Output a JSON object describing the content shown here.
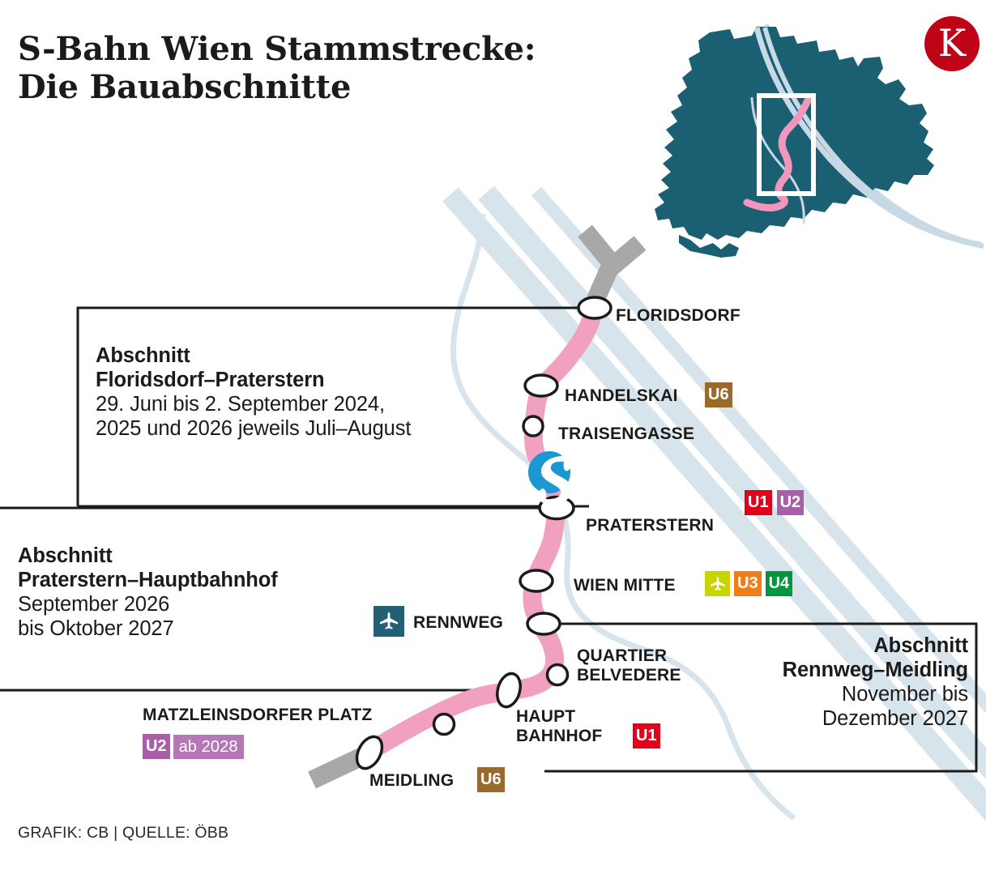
{
  "header": {
    "title_line1": "S-Bahn Wien Stammstrecke:",
    "title_line2": "Die Bauabschnitte",
    "logo_letter": "K",
    "logo_color": "#c00418"
  },
  "footer": {
    "credit": "GRAFIK: CB | QUELLE: ÖBB"
  },
  "colors": {
    "route_pink": "#f2a0c0",
    "route_grey": "#a8a8a8",
    "water_blue": "#d7e4ec",
    "map_teal": "#1b5f73",
    "u1_red": "#e2001a",
    "u2_purple": "#a85fa8",
    "u2_light": "#b577b5",
    "u3_orange": "#f07d18",
    "u4_green": "#009640",
    "u6_brown": "#9a6a2b",
    "cat_green": "#c8d400",
    "sbahn_blue": "#1b97d2",
    "airport_teal": "#236075",
    "ink": "#1b1b1b"
  },
  "sections": [
    {
      "id": "floridsdorf-praterstern",
      "kicker": "Abschnitt",
      "name": "Floridsdorf–Praterstern",
      "dates_line1": "29. Juni bis 2. September 2024,",
      "dates_line2": "2025 und 2026 jeweils Juli–August"
    },
    {
      "id": "praterstern-hauptbahnhof",
      "kicker": "Abschnitt",
      "name": "Praterstern–Hauptbahnhof",
      "dates_line1": "September 2026",
      "dates_line2": "bis Oktober 2027"
    },
    {
      "id": "rennweg-meidling",
      "kicker": "Abschnitt",
      "name": "Rennweg–Meidling",
      "dates_line1": "November bis",
      "dates_line2": "Dezember 2027"
    }
  ],
  "stations": [
    {
      "id": "floridsdorf",
      "name": "FLORIDSDORF",
      "badges": []
    },
    {
      "id": "handelskai",
      "name": "HANDELSKAI",
      "badges": [
        "U6"
      ]
    },
    {
      "id": "traisengasse",
      "name": "TRAISENGASSE",
      "badges": []
    },
    {
      "id": "praterstern",
      "name": "PRATERSTERN",
      "badges": [
        "U1",
        "U2"
      ]
    },
    {
      "id": "wienmitte",
      "name": "WIEN MITTE",
      "badges": [
        "airport",
        "U3",
        "U4"
      ]
    },
    {
      "id": "rennweg",
      "name": "RENNWEG",
      "badges": [
        "airport"
      ]
    },
    {
      "id": "quartier",
      "name_line1": "QUARTIER",
      "name_line2": "BELVEDERE",
      "badges": []
    },
    {
      "id": "hauptbahnhof",
      "name_line1": "HAUPT",
      "name_line2": "BAHNHOF",
      "badges": [
        "U1"
      ]
    },
    {
      "id": "matzleinsdorf",
      "name": "MATZLEINSDORFER PLATZ",
      "badges": [
        "U2",
        "ab 2028"
      ]
    },
    {
      "id": "meidling",
      "name": "MEIDLING",
      "badges": [
        "U6"
      ]
    }
  ],
  "badge_labels": {
    "u1": "U1",
    "u2": "U2",
    "u3": "U3",
    "u4": "U4",
    "u6": "U6",
    "ab2028": "ab 2028"
  },
  "inset_map": {
    "region": "Wien",
    "highlight_box": true
  }
}
